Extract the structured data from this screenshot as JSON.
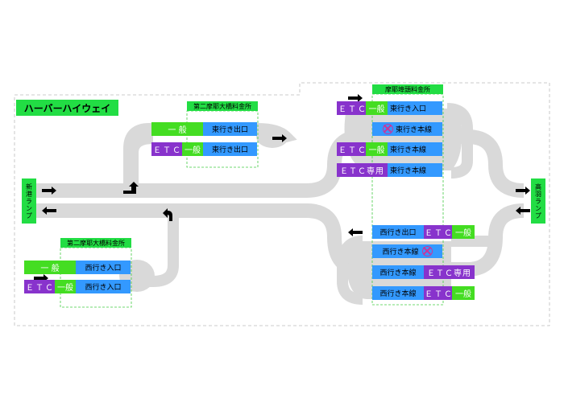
{
  "title": "ハーバーハイウェイ",
  "ramps": {
    "left": "新港ランプ",
    "right": "高羽ランプ"
  },
  "plazas": {
    "upper_left": {
      "header": "第二摩耶大橋料金所",
      "lanes": [
        {
          "label": "東行き出口",
          "tag": "一 般",
          "tag_type": "general"
        },
        {
          "label": "東行き出口",
          "tag": "ＥＴＣ/一般",
          "tag_type": "etc_general"
        }
      ]
    },
    "lower_left": {
      "header": "第二摩耶大橋料金所",
      "lanes": [
        {
          "label": "西行き入口",
          "tag": "一 般",
          "tag_type": "general"
        },
        {
          "label": "西行き入口",
          "tag": "ＥＴＣ/一般",
          "tag_type": "etc_general"
        }
      ]
    },
    "right": {
      "header": "摩耶埠頭料金所",
      "east_lanes": [
        {
          "label": "東行き入口",
          "tag": "ＥＴＣ/一般",
          "tag_type": "etc_general"
        },
        {
          "label": "東行き本線",
          "tag": "",
          "tag_type": "closed"
        },
        {
          "label": "東行き本線",
          "tag": "ＥＴＣ/一般",
          "tag_type": "etc_general"
        },
        {
          "label": "東行き本線",
          "tag": "ＥＴＣ専用",
          "tag_type": "etc_only"
        }
      ],
      "west_lanes": [
        {
          "label": "西行き出口",
          "tag": "ＥＴＣ/一般",
          "tag_type": "etc_general"
        },
        {
          "label": "西行き本線",
          "tag": "",
          "tag_type": "closed"
        },
        {
          "label": "西行き本線",
          "tag": "ＥＴＣ専用",
          "tag_type": "etc_only"
        },
        {
          "label": "西行き本線",
          "tag": "ＥＴＣ/一般",
          "tag_type": "etc_general"
        }
      ]
    }
  },
  "tags": {
    "etc": "ＥＴＣ",
    "general": "一般",
    "general_spaced": "一 般",
    "etc_only": "ＥＴＣ専用"
  },
  "colors": {
    "road": "#d9d9d9",
    "lane": "#3399ff",
    "etc": "#8833cc",
    "general": "#44dd22",
    "header": "#22dd44",
    "closed": "#cc3399"
  }
}
